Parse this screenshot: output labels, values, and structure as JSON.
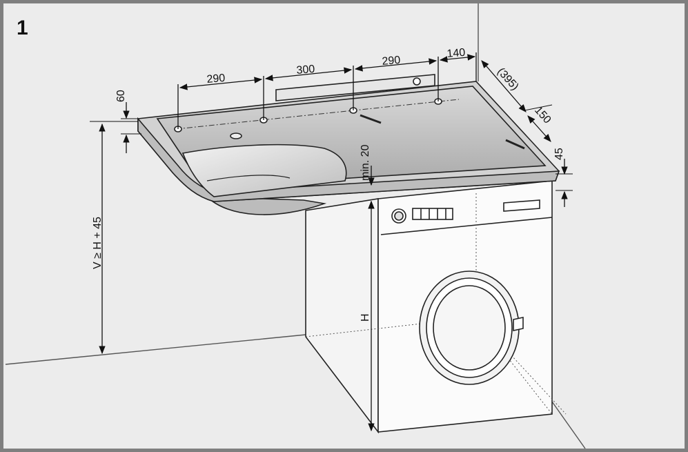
{
  "figure": {
    "number": "1"
  },
  "dimensions": {
    "spacing_1": "290",
    "spacing_2": "300",
    "spacing_3": "290",
    "corner_offset": "140",
    "depth": "(395)",
    "side_offset": "150",
    "rim_height": "45",
    "edge_offset": "60",
    "clearance": "min. 20",
    "mount_height": "V ≥ H + 45",
    "machine_height": "H"
  },
  "colors": {
    "background": "#ececec",
    "frame": "#7f7f7f",
    "sink_top": "#cfcfcf",
    "sink_inner": "#bdbdbd",
    "line": "#1a1a1a"
  }
}
